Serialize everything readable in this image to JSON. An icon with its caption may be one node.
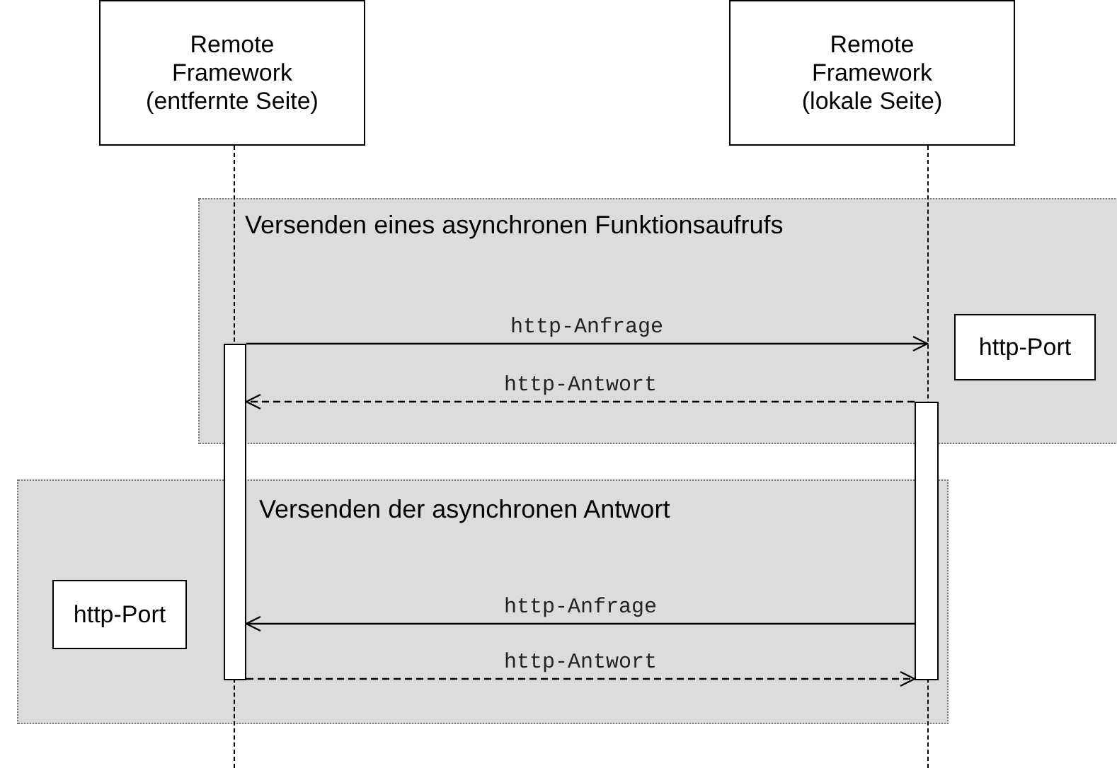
{
  "diagram": {
    "nodes": [
      {
        "text": [
          "Remote Framework (entfernte Seite)"
        ]
      },
      {
        "text": [
          "Remote Framework (lokale Seite)"
        ]
      },
      {
        "text": [
          "Versenden eines asynchronen Funktionsaufrufs"
        ]
      },
      {
        "text": [
          "http-Port"
        ],
        "in": 2
      },
      {
        "text": [
          "Versenden der asynchronen Antwort"
        ]
      },
      {
        "text": [
          "http-Port"
        ],
        "in": 4
      },
      {
        "text": [],
        "shape": "bar"
      },
      {
        "text": [],
        "shape": "bar"
      },
      {
        "text": [],
        "shape": "line"
      },
      {
        "text": [],
        "shape": "line"
      }
    ],
    "edges": [
      {
        "from": 6,
        "to": 9,
        "arrow": "to",
        "label": "http-Anfrage"
      },
      {
        "from": 7,
        "to": 6,
        "arrow": "to",
        "label": "http-Antwort",
        "style": "dashed"
      },
      {
        "from": 7,
        "to": 6,
        "arrow": "to",
        "label": "http-Anfrage"
      },
      {
        "from": 6,
        "to": 7,
        "arrow": "to",
        "label": "http-Antwort",
        "style": "dashed"
      }
    ]
  }
}
